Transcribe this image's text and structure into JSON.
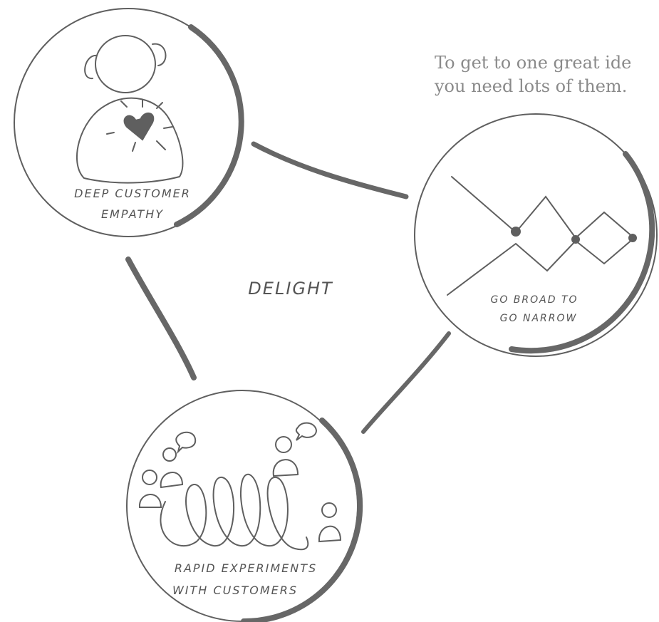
{
  "quote": {
    "line1": "To get to one great ide",
    "line2": "you need lots of them."
  },
  "center_label": "DELIGHT",
  "nodes": {
    "empathy": {
      "line1": "DEEP CUSTOMER",
      "line2": "EMPATHY"
    },
    "broad": {
      "line1": "GO BROAD TO",
      "line2": "GO NARROW"
    },
    "experiments": {
      "line1": "RAPID EXPERIMENTS",
      "line2": "WITH CUSTOMERS"
    }
  },
  "colors": {
    "stroke": "#5f5f5f",
    "thick": "#676767",
    "text": "#555555",
    "quote": "#8a8a8a"
  }
}
